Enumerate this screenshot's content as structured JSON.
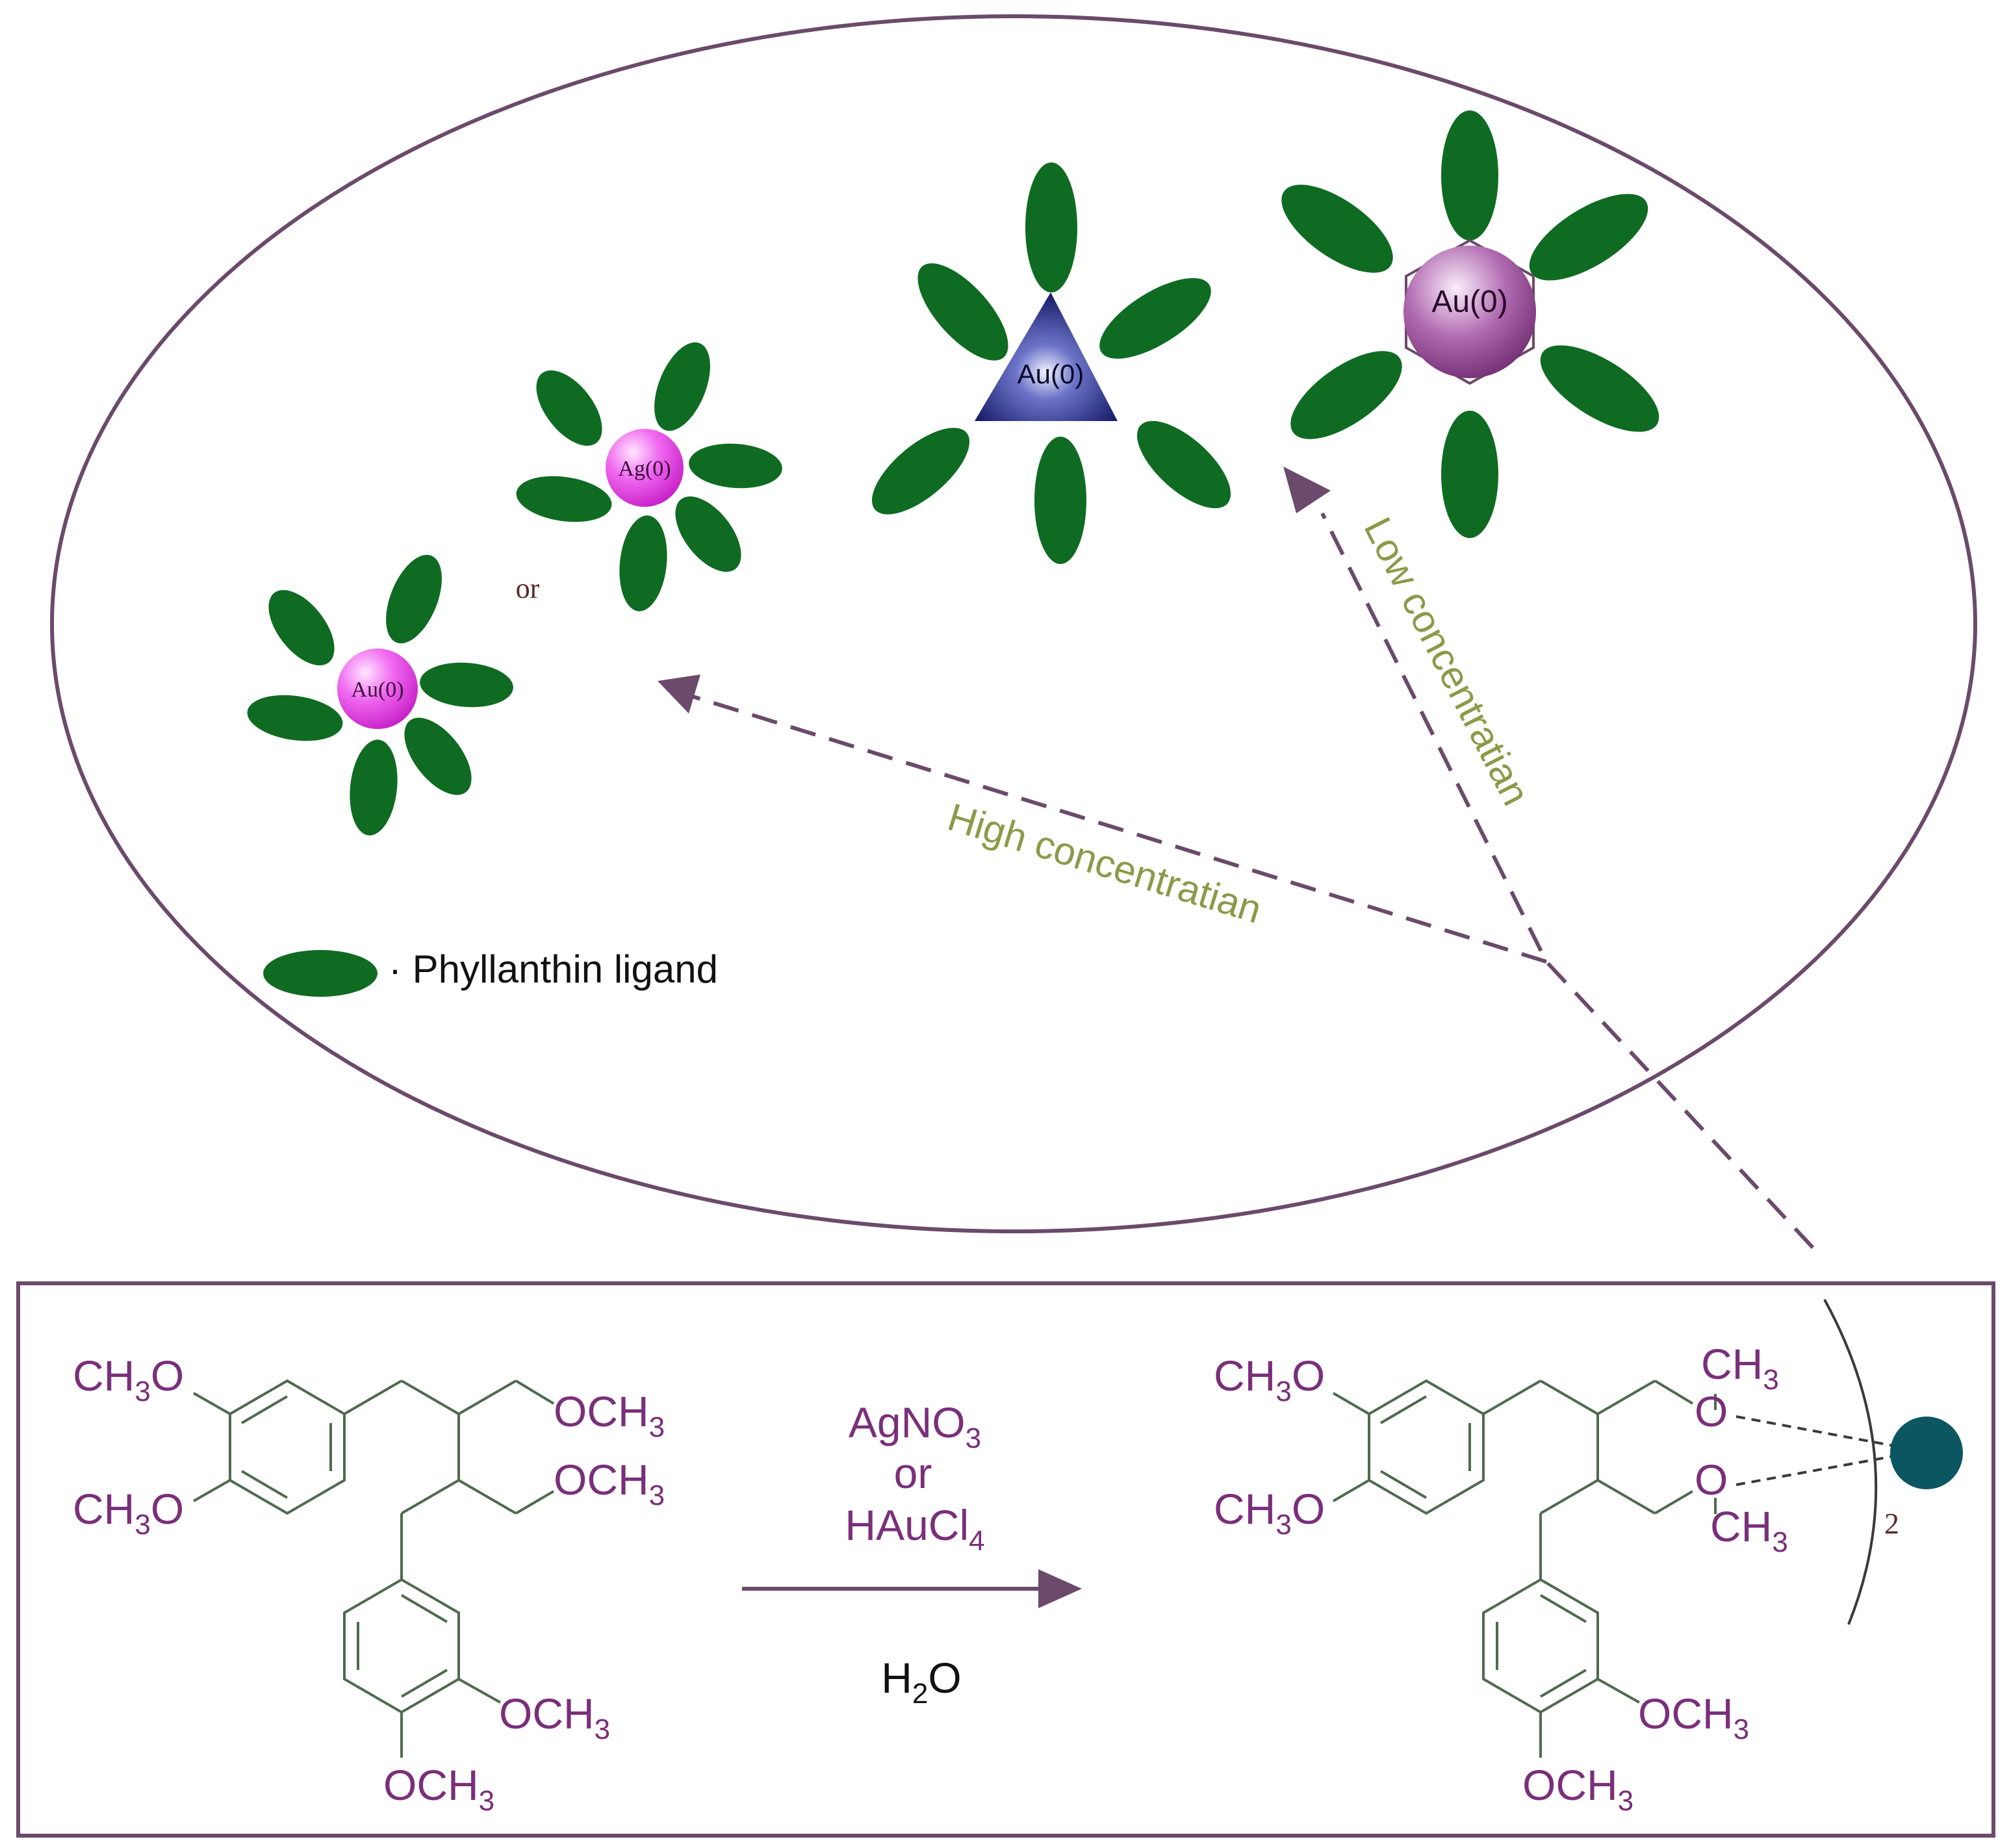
{
  "colors": {
    "ligand": "#0f6b22",
    "purple_line": "#6b4a6b",
    "label_green": "#8b9a48",
    "chem_text": "#7a2f7a",
    "ring_line": "#4f6b4f",
    "metal_teal": "#0b5660",
    "pink_sphere": "#e93fe9",
    "navy_triangle": "#1a1f6e",
    "violet_sphere": "#9a4a9a"
  },
  "icons": {
    "ligand": "green-ellipse",
    "metal_atom": "teal-circle"
  },
  "particles": {
    "small_au": "Au(0)",
    "small_ag": "Ag(0)",
    "or_text": "or",
    "triangle_au": "Au(0)",
    "hexagon_au": "Au(0)"
  },
  "arrows": {
    "high": "High concentratian",
    "low": "Low concentratian"
  },
  "legend": {
    "label": "· Phyllanthin ligand"
  },
  "reaction": {
    "reagent_1": "AgNO",
    "reagent_1_sub": "3",
    "or_text": "or",
    "reagent_2": "HAuCl",
    "reagent_2_sub": "4",
    "solvent": "H",
    "solvent_sub": "2",
    "solvent_tail": "O"
  },
  "reactant": {
    "g1": {
      "main": "CH",
      "sub": "3",
      "tail": "O"
    },
    "g2": {
      "main": "CH",
      "sub": "3",
      "tail": "O"
    },
    "g3": {
      "main": "OCH",
      "sub": "3"
    },
    "g4": {
      "main": "OCH",
      "sub": "3"
    },
    "g5": {
      "main": "OCH",
      "sub": "3"
    },
    "g6": {
      "main": "OCH",
      "sub": "3"
    }
  },
  "product": {
    "g1": {
      "main": "CH",
      "sub": "3",
      "tail": "O"
    },
    "g2": {
      "main": "CH",
      "sub": "3",
      "tail": "O"
    },
    "g3": {
      "main": "CH",
      "sub": "3"
    },
    "o1": "O",
    "o2": "O",
    "g4": {
      "main": "CH",
      "sub": "3"
    },
    "g5": {
      "main": "OCH",
      "sub": "3"
    },
    "g6": {
      "main": "OCH",
      "sub": "3"
    },
    "subscript_2": "2"
  }
}
